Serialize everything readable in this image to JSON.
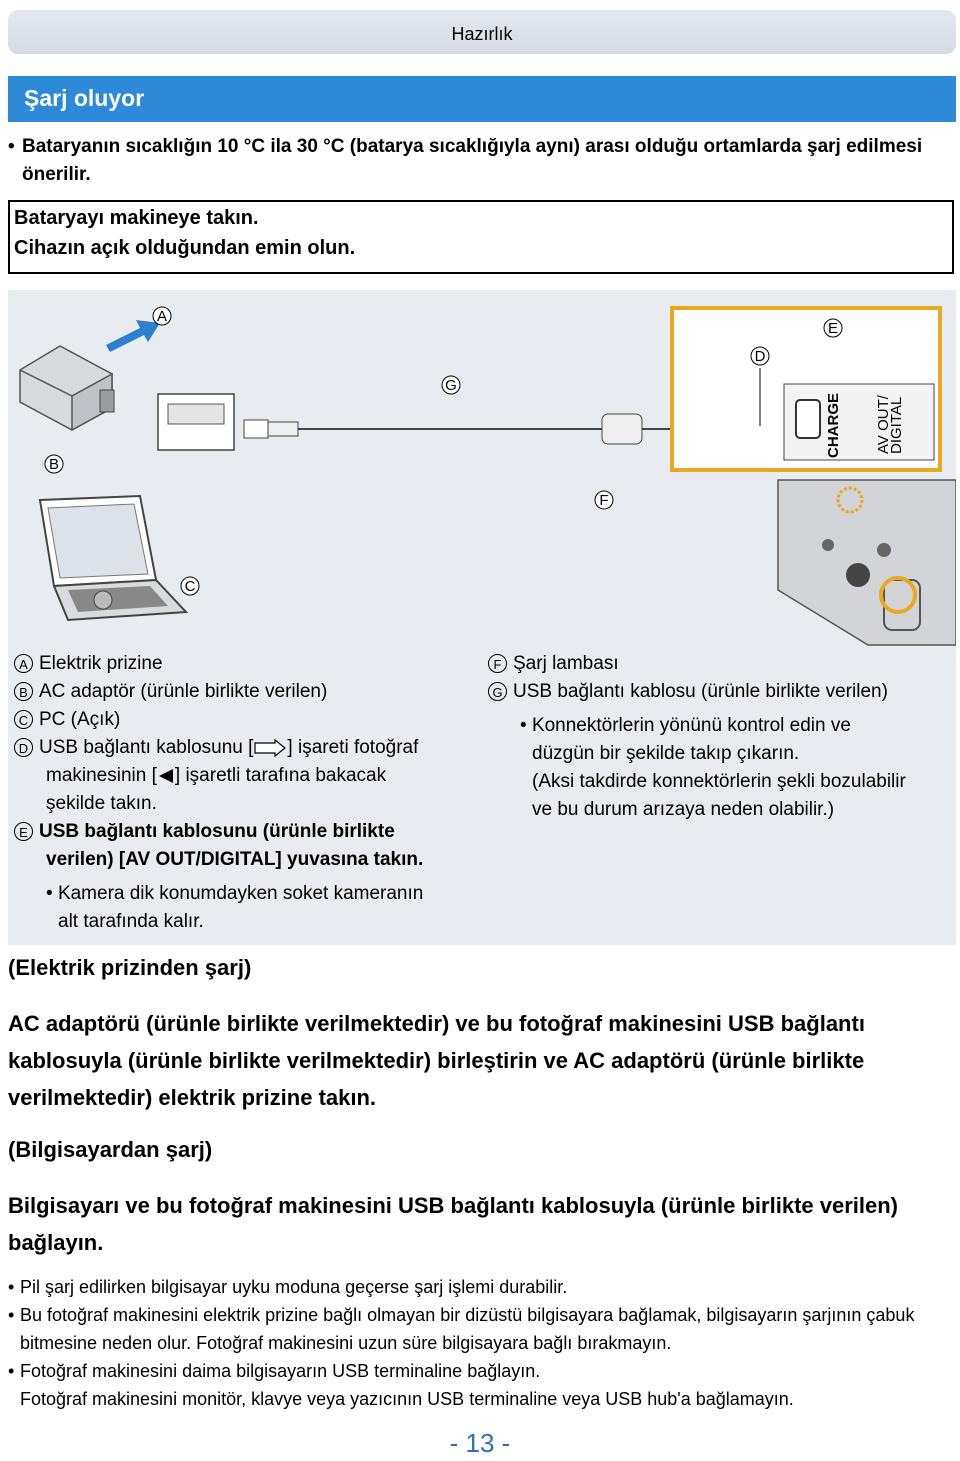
{
  "header": {
    "title": "Hazırlık"
  },
  "section": {
    "title": "Şarj oluyor"
  },
  "intro_bullet": "Bataryanın sıcaklığın 10 °C ila 30 °C (batarya sıcaklığıyla aynı) arası olduğu ortamlarda şarj edilmesi önerilir.",
  "box": {
    "line1": "Bataryayı makineye takın.",
    "line2": "Cihazın açık olduğundan emin olun."
  },
  "diagram_labels": {
    "A": "A",
    "B": "B",
    "C": "C",
    "D": "D",
    "E": "E",
    "F": "F",
    "G": "G",
    "charge": "CHARGE",
    "avout1": "AV OUT/",
    "avout2": "DIGITAL"
  },
  "captions": {
    "A": "Elektrik prizine",
    "B": "AC adaptör (ürünle birlikte verilen)",
    "C": "PC (Açık)",
    "D1": "USB bağlantı kablosunu [",
    "D2": "] işareti fotoğraf",
    "D3": "makinesinin [",
    "D4": "] işaretli tarafına bakacak",
    "D5": "şekilde takın.",
    "E1": "USB bağlantı kablosunu (ürünle birlikte",
    "E2": "verilen) [AV OUT/DIGITAL] yuvasına takın.",
    "E_note1": "Kamera dik konumdayken soket kameranın",
    "E_note2": "alt tarafında kalır.",
    "F": "Şarj lambası",
    "G": "USB bağlantı kablosu (ürünle birlikte verilen)",
    "G_note1": "Konnektörlerin yönünü kontrol edin ve",
    "G_note2": "düzgün bir şekilde takıp çıkarın.",
    "G_note3": "(Aksi takdirde konnektörlerin şekli bozulabilir",
    "G_note4": "ve bu durum arızaya neden olabilir.)"
  },
  "outlet_heading": "(Elektrik prizinden şarj)",
  "outlet_text": "AC adaptörü (ürünle birlikte verilmektedir) ve bu fotoğraf makinesini USB bağlantı kablosuyla (ürünle birlikte verilmektedir) birleştirin ve AC adaptörü (ürünle birlikte verilmektedir) elektrik prizine takın.",
  "pc_heading": "(Bilgisayardan şarj)",
  "pc_text": "Bilgisayarı ve bu fotoğraf makinesini USB bağlantı kablosuyla (ürünle birlikte verilen) bağlayın.",
  "notes": [
    "Pil şarj edilirken bilgisayar uyku moduna geçerse şarj işlemi durabilir.",
    "Bu fotoğraf makinesini elektrik prizine bağlı olmayan bir dizüstü bilgisayara bağlamak, bilgisayarın şarjının çabuk bitmesine neden olur. Fotoğraf makinesini uzun süre bilgisayara bağlı bırakmayın.",
    "Fotoğraf makinesini daima bilgisayarın USB terminaline bağlayın.",
    "Fotoğraf makinesini monitör, klavye veya yazıcının USB terminaline veya USB hub'a bağlamayın."
  ],
  "bullet_char": "•",
  "page_number": "- 13 -"
}
